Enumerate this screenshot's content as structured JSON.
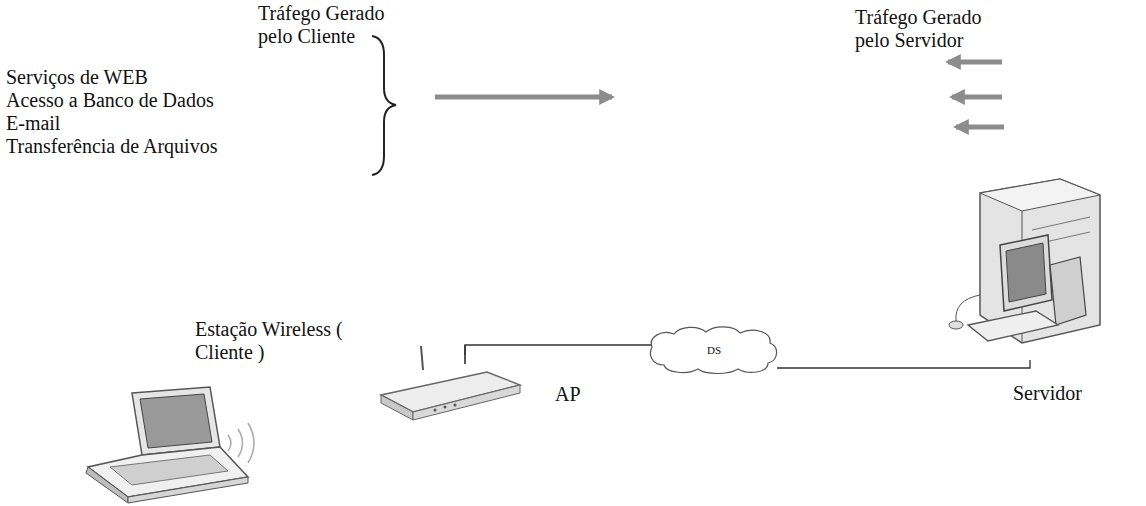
{
  "diagram": {
    "nodes": [
      {
        "text": [
          "Estação Wireless ( Cliente )"
        ]
      },
      {
        "text": [
          "AP"
        ]
      },
      {
        "text": [
          "DS"
        ]
      },
      {
        "text": [
          "Servidor"
        ]
      }
    ],
    "edges": [
      {
        "from": 1,
        "to": 2,
        "arrow": "none"
      },
      {
        "from": 2,
        "to": 3,
        "arrow": "none"
      }
    ],
    "labels": [
      "Tráfego Gerado pelo Cliente",
      "Serviços de WEB",
      "Acesso a Banco de Dados",
      "E-mail",
      "Transferência de Arquivos",
      "Tráfego Gerado pelo Servidor"
    ]
  }
}
